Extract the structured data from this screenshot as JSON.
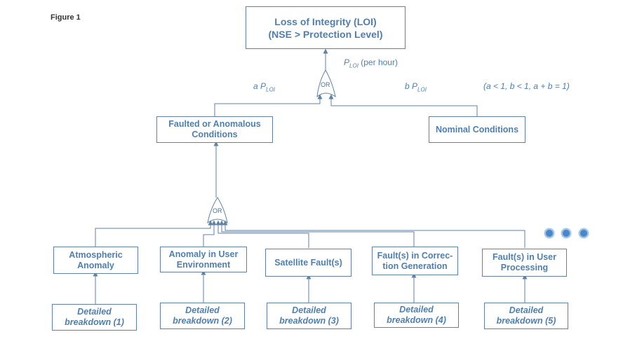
{
  "figure_label": "Figure 1",
  "top_event": {
    "line1": "Loss of Integrity (LOI)",
    "line2": "(NSE > Protection Level)"
  },
  "gate_top": "OR",
  "gate_mid": "OR",
  "notes": {
    "p_loi_base": "P",
    "p_loi_sub": "LOI",
    "per_hour": "(per hour)",
    "a_prefix": "a P",
    "a_sub": "LOI",
    "b_prefix": "b P",
    "b_sub": "LOI",
    "constraint": "(a < 1, b < 1, a + b = 1)"
  },
  "faulted": {
    "line1": "Faulted or Anomalous",
    "line2": "Conditions"
  },
  "nominal": {
    "line1": "Nominal Conditions"
  },
  "causes": [
    {
      "line1": "Atmospheric",
      "line2": "Anomaly"
    },
    {
      "line1": "Anomaly in User",
      "line2": "Environment"
    },
    {
      "line1": "Satellite Fault(s)",
      "line2": ""
    },
    {
      "line1": "Fault(s) in Correc-",
      "line2": "tion Generation"
    },
    {
      "line1": "Fault(s) in User",
      "line2": "Processing"
    }
  ],
  "details": [
    {
      "line1": "Detailed",
      "line2": "breakdown (1)"
    },
    {
      "line1": "Detailed",
      "line2": "breakdown (2)"
    },
    {
      "line1": "Detailed",
      "line2": "breakdown (3)"
    },
    {
      "line1": "Detailed",
      "line2": "breakdown (4)"
    },
    {
      "line1": "Detailed",
      "line2": "breakdown (5)"
    }
  ],
  "colors": {
    "box_border": "#5f82a6",
    "text": "#4f7fb0",
    "connector": "#5f82a6",
    "dot": "#4a86c8"
  }
}
